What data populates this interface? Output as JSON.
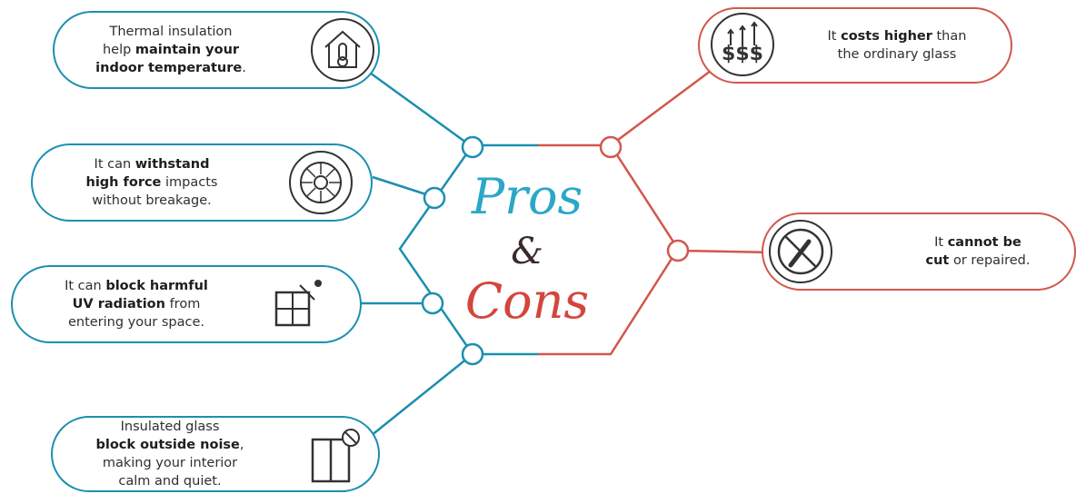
{
  "center": {
    "pros": "Pros",
    "amp": "&",
    "cons": "Cons"
  },
  "colors": {
    "pros": "#1b8fb0",
    "cons": "#d2574d"
  },
  "pros": [
    {
      "icon": "thermometer-house-icon",
      "lines": [
        [
          "Thermal insulation",
          ""
        ],
        [
          "help ",
          "maintain your"
        ],
        [
          "",
          "indoor temperature",
          "."
        ]
      ]
    },
    {
      "icon": "shatterproof-glass-icon",
      "lines": [
        [
          "It can ",
          "withstand"
        ],
        [
          "",
          "high force",
          " impacts"
        ],
        [
          "without breakage.",
          ""
        ]
      ]
    },
    {
      "icon": "uv-window-icon",
      "lines": [
        [
          "It can ",
          "block harmful"
        ],
        [
          "",
          "UV radiation",
          " from"
        ],
        [
          "entering your space.",
          ""
        ]
      ]
    },
    {
      "icon": "noise-block-window-icon",
      "lines": [
        [
          "Insulated glass",
          ""
        ],
        [
          "",
          "block outside noise",
          ","
        ],
        [
          "making your interior",
          ""
        ],
        [
          "calm and quiet.",
          ""
        ]
      ]
    }
  ],
  "cons": [
    {
      "icon": "cost-dollar-icon",
      "lines": [
        [
          "It ",
          "costs higher",
          " than"
        ],
        [
          "the ordinary glass",
          ""
        ]
      ]
    },
    {
      "icon": "no-cut-icon",
      "lines": [
        [
          "It ",
          "cannot be"
        ],
        [
          "",
          "cut",
          " or repaired."
        ]
      ]
    }
  ]
}
